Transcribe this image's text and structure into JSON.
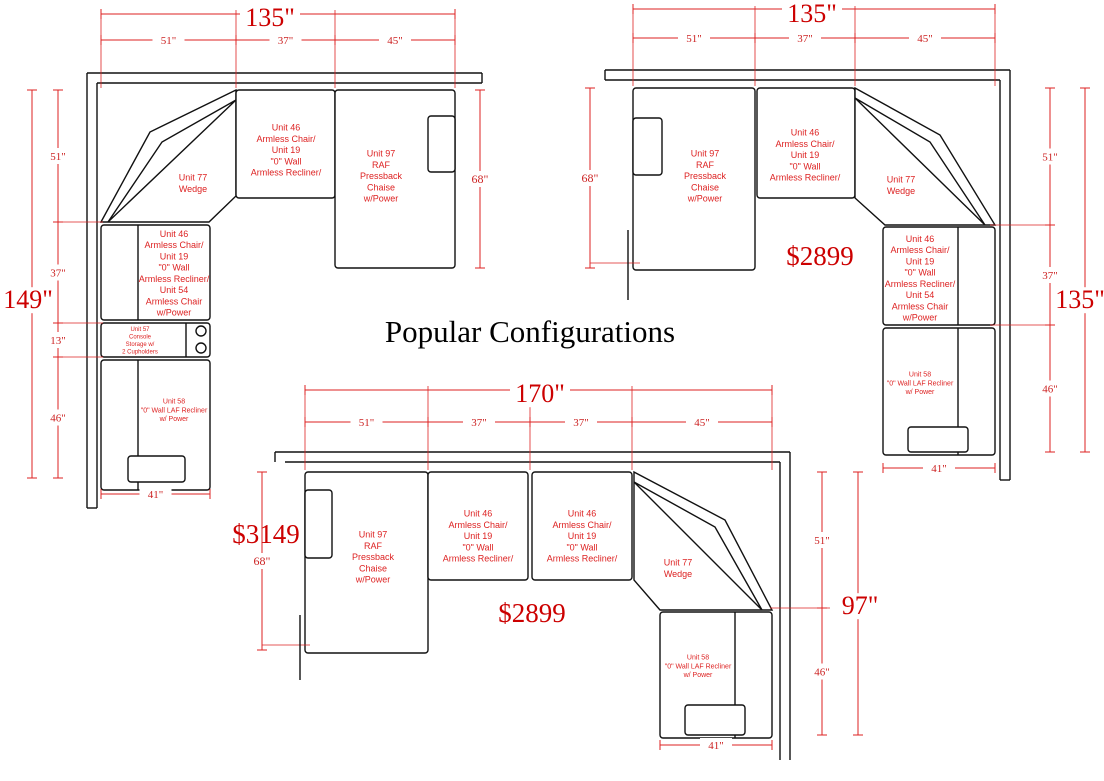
{
  "title": "Popular Configurations",
  "units": {
    "u46": [
      "Unit 46",
      "Armless Chair/",
      "Unit 19",
      "\"0\" Wall",
      "Armless Recliner/"
    ],
    "u46_54": [
      "Unit 46",
      "Armless Chair/",
      "Unit 19",
      "\"0\" Wall",
      "Armless Recliner/",
      "Unit 54",
      "Armless Chair",
      "w/Power"
    ],
    "u97": [
      "Unit 97",
      "RAF",
      "Pressback",
      "Chaise",
      "w/Power"
    ],
    "u77": [
      "Unit 77",
      "Wedge"
    ],
    "u57": [
      "Unit 57",
      "Console",
      "Storage w/",
      "2 Cupholders"
    ],
    "u58": [
      "Unit 58",
      "\"0\" Wall LAF Recliner",
      "w/ Power"
    ]
  },
  "config1": {
    "total_width": "135\"",
    "top_segments": [
      "51\"",
      "37\"",
      "45\""
    ],
    "total_height": "149\"",
    "left_segments": [
      "51\"",
      "37\"",
      "13\"",
      "46\""
    ],
    "chaise_depth": "68\"",
    "bottom_width": "41\""
  },
  "config2": {
    "total_width": "135\"",
    "top_segments": [
      "51\"",
      "37\"",
      "45\""
    ],
    "chaise_depth": "68\"",
    "total_height": "135\"",
    "right_segments": [
      "51\"",
      "37\"",
      "46\""
    ],
    "bottom_width": "41\"",
    "price": "$2899"
  },
  "config3": {
    "total_width": "170\"",
    "top_segments": [
      "51\"",
      "37\"",
      "37\"",
      "45\""
    ],
    "chaise_depth": "68\"",
    "total_height": "97\"",
    "right_segments": [
      "51\"",
      "46\""
    ],
    "bottom_width": "41\"",
    "price_left": "$3149",
    "price_center": "$2899"
  }
}
